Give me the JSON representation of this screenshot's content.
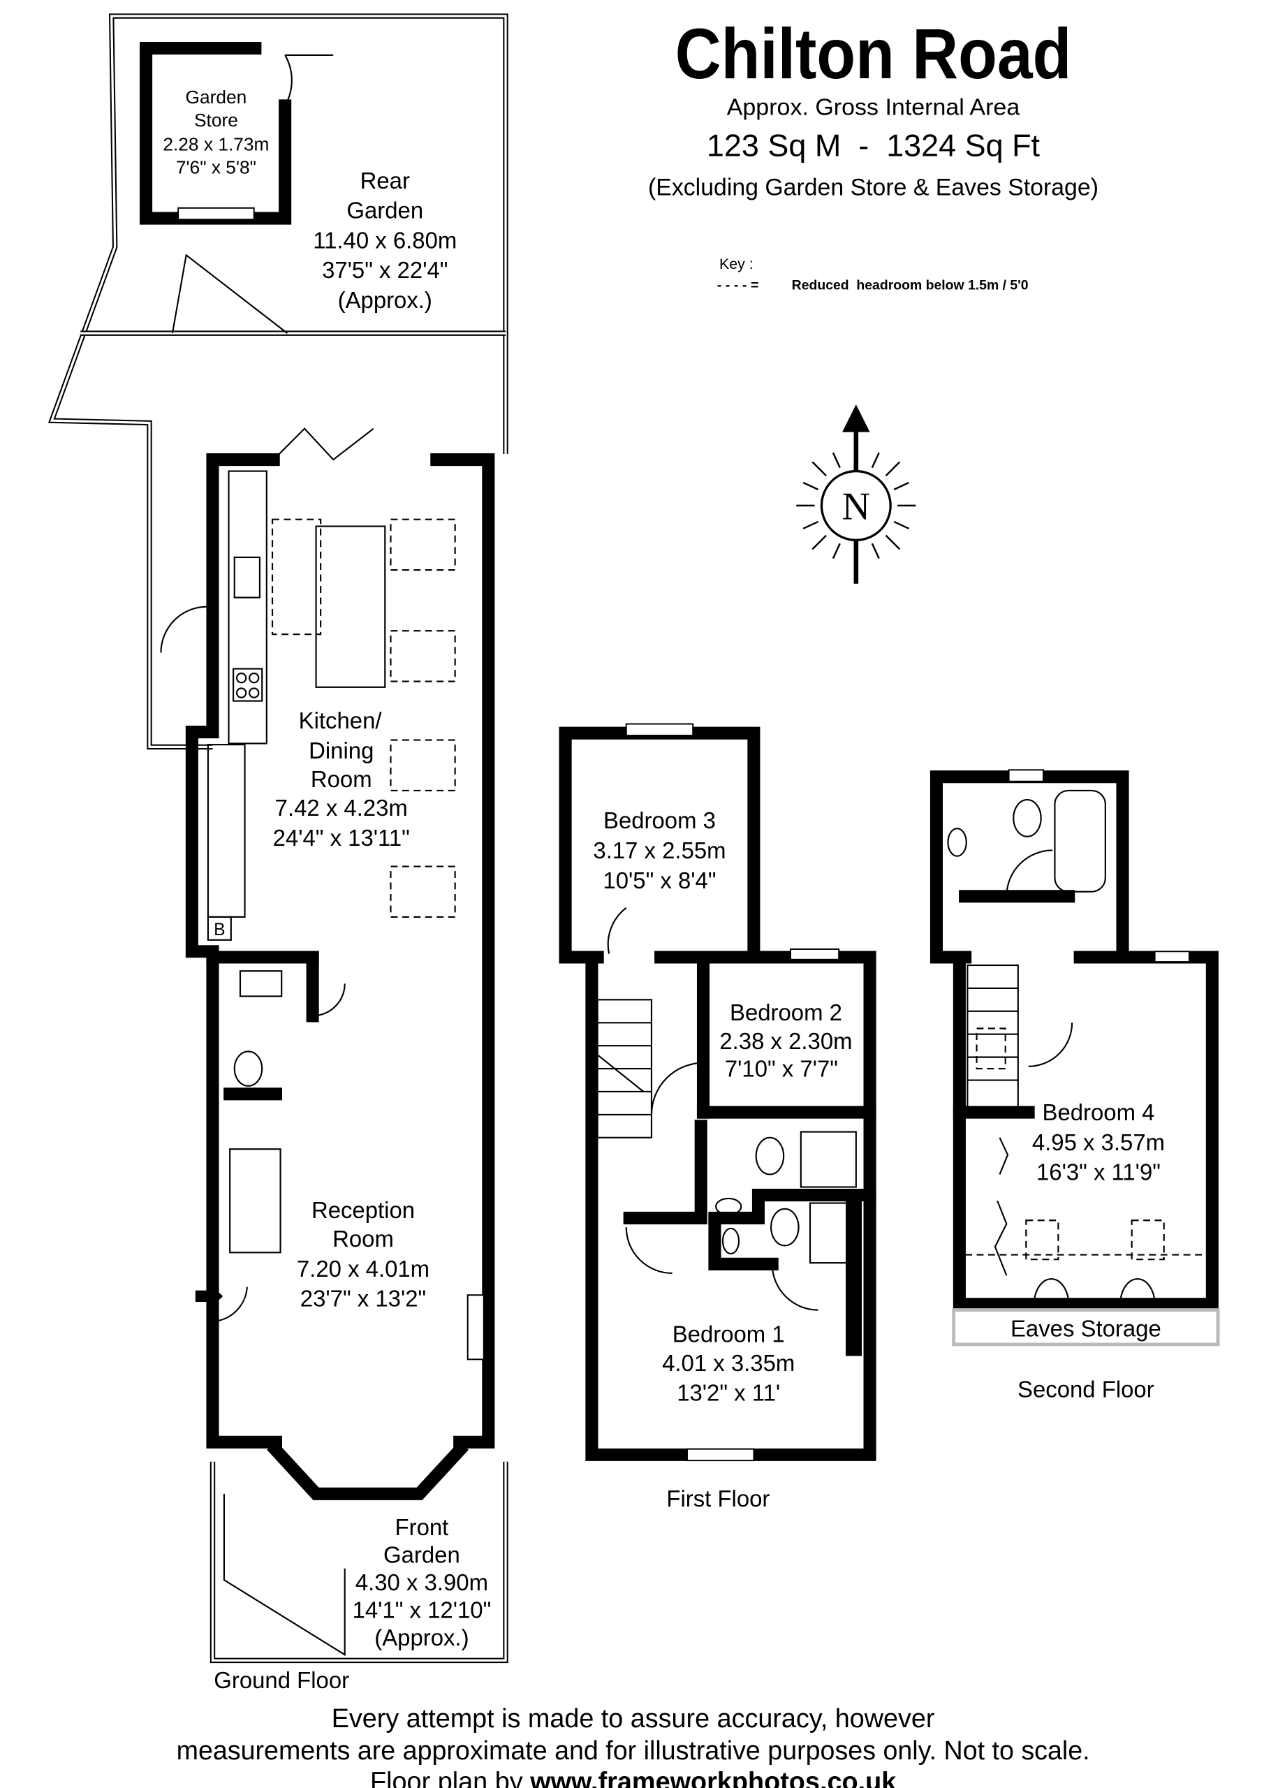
{
  "header": {
    "title": "Chilton Road",
    "subtitle": "Approx. Gross Internal Area",
    "area": "123 Sq M  -  1324 Sq Ft",
    "exclusion": "(Excluding Garden Store & Eaves Storage)"
  },
  "key": {
    "label": "Key :",
    "symbol": "- - - - =",
    "text": "Reduced  headroom below 1.5m / 5'0"
  },
  "compass": {
    "letter": "N"
  },
  "rooms": {
    "garden_store": {
      "name1": "Garden",
      "name2": "Store",
      "metric": "2.28 x 1.73m",
      "imperial": "7'6\" x 5'8\""
    },
    "rear_garden": {
      "name1": "Rear",
      "name2": "Garden",
      "metric": "11.40 x 6.80m",
      "imperial": "37'5\" x 22'4\"",
      "note": "(Approx.)"
    },
    "kitchen": {
      "name1": "Kitchen/",
      "name2": "Dining",
      "name3": "Room",
      "metric": "7.42 x 4.23m",
      "imperial": "24'4\" x 13'11\""
    },
    "reception": {
      "name1": "Reception",
      "name2": "Room",
      "metric": "7.20 x 4.01m",
      "imperial": "23'7\" x 13'2\""
    },
    "front_garden": {
      "name1": "Front",
      "name2": "Garden",
      "metric": "4.30 x 3.90m",
      "imperial": "14'1\" x 12'10\"",
      "note": "(Approx.)"
    },
    "bedroom3": {
      "name": "Bedroom 3",
      "metric": "3.17 x 2.55m",
      "imperial": "10'5\" x 8'4\""
    },
    "bedroom2": {
      "name": "Bedroom 2",
      "metric": "2.38 x 2.30m",
      "imperial": "7'10\" x 7'7\""
    },
    "bedroom1": {
      "name": "Bedroom 1",
      "metric": "4.01 x 3.35m",
      "imperial": "13'2\" x 11'"
    },
    "bedroom4": {
      "name": "Bedroom 4",
      "metric": "4.95 x 3.57m",
      "imperial": "16'3\" x 11'9\""
    },
    "eaves": {
      "name": "Eaves Storage"
    },
    "boiler": {
      "label": "B"
    }
  },
  "floors": {
    "ground": "Ground Floor",
    "first": "First Floor",
    "second": "Second Floor"
  },
  "footer": {
    "line1": "Every attempt is made to assure accuracy, however",
    "line2": "measurements are approximate and for illustrative purposes only. Not to scale.",
    "credit_prefix": "Floor plan by ",
    "credit_url": "www.frameworkphotos.co.uk"
  }
}
